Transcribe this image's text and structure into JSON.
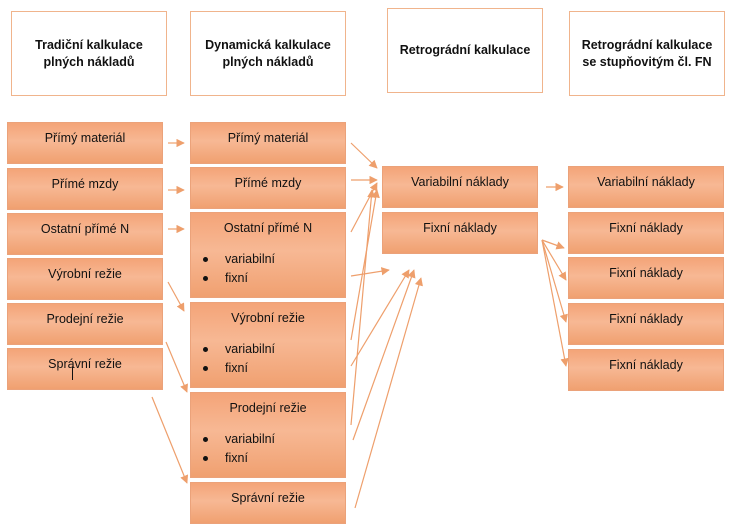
{
  "headers": {
    "c1": "Tradiční kalkulace\nplných nákladů",
    "c2": "Dynamická kalkulace\nplných nákladů",
    "c3": "Retrográdní kalkulace",
    "c4": "Retrográdní kalkulace\nse stupňovitým čl. FN"
  },
  "col1": {
    "prime_material": "Přímý materiál",
    "prime_mzdy": "Přímé mzdy",
    "ostatni": "Ostatní přímé N",
    "vyrobni": "Výrobní režie",
    "prodejni": "Prodejní režie",
    "spravni": "Správní režie"
  },
  "col2": {
    "prime_material": "Přímý materiál",
    "prime_mzdy": "Přímé mzdy",
    "ostatni": "Ostatní přímé N",
    "ostatni_items": [
      "variabilní",
      "fixní"
    ],
    "vyrobni": "Výrobní režie",
    "vyrobni_items": [
      "variabilní",
      "fixní"
    ],
    "prodejni": "Prodejní režie",
    "prodejni_items": [
      "variabilní",
      "fixní"
    ],
    "spravni": "Správní režie"
  },
  "col3": {
    "variabilni": "Variabilní náklady",
    "fixni": "Fixní náklady"
  },
  "col4": {
    "variabilni": "Variabilní náklady",
    "fixni": [
      "Fixní náklady",
      "Fixní náklady",
      "Fixní náklady",
      "Fixní náklady"
    ]
  },
  "colors": {
    "box_fill": "#f7b894",
    "box_border": "#eba27a",
    "arrow": "#ee9f6c"
  }
}
